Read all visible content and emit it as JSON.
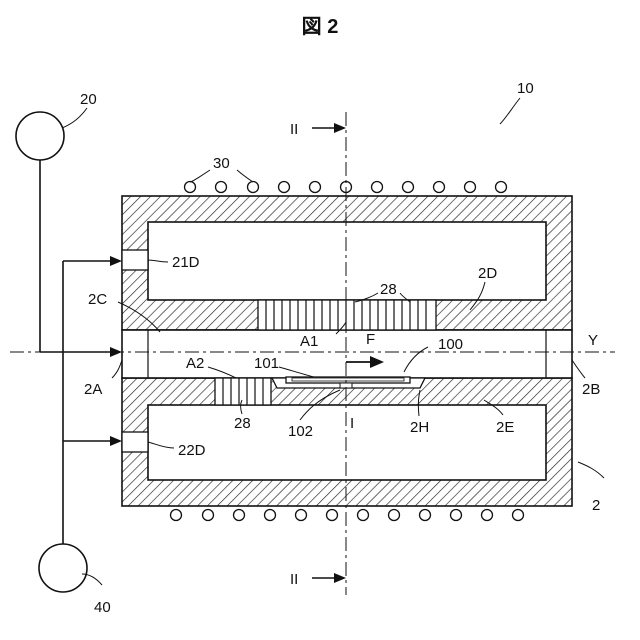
{
  "title": "図 2",
  "labels": {
    "l10": "10",
    "l20": "20",
    "l30": "30",
    "l40": "40",
    "l2": "2",
    "l21D": "21D",
    "l22D": "22D",
    "l2C": "2C",
    "l2D": "2D",
    "l2E": "2E",
    "l2A": "2A",
    "l2B": "2B",
    "l2H": "2H",
    "l28a": "28",
    "l28b": "28",
    "lA1": "A1",
    "lA2": "A2",
    "lF": "F",
    "l100": "100",
    "l101": "101",
    "l102": "102",
    "lI": "I",
    "lY": "Y",
    "lII_top": "II",
    "lII_bottom": "II"
  }
}
